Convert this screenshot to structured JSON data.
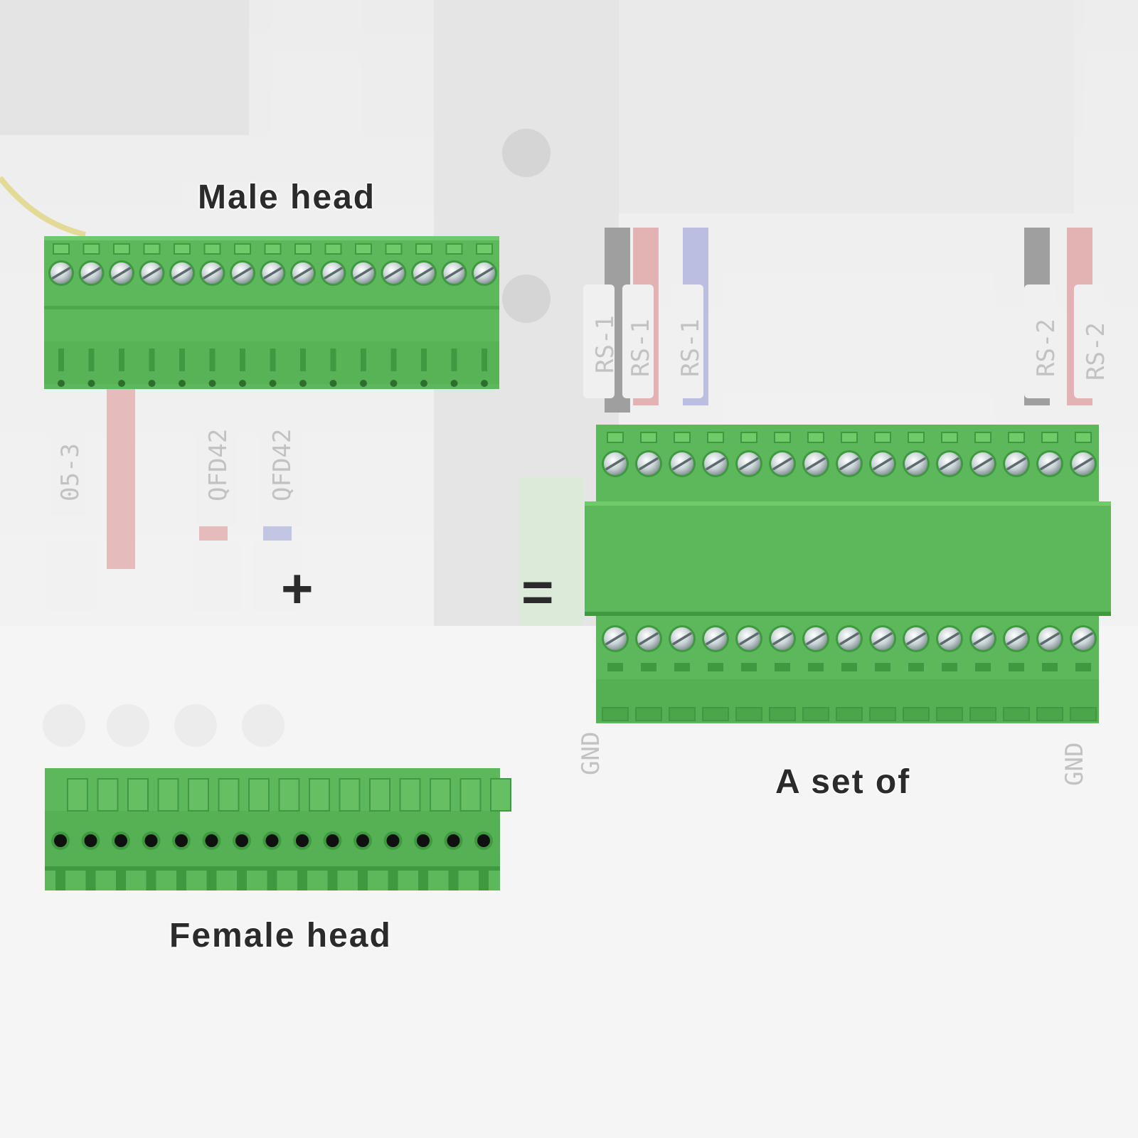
{
  "labels": {
    "male": "Male head",
    "female": "Female head",
    "set": "A set of"
  },
  "symbols": {
    "plus": "+",
    "equals": "="
  },
  "wire_tags": [
    "RS-1",
    "RS-1",
    "RS-1",
    "RS-2",
    "RS-2",
    "05-3",
    "QFD42",
    "QFD42",
    "GND",
    "GND"
  ],
  "connector": {
    "pin_count": 15,
    "color": "#5cb85a"
  },
  "colors": {
    "green": "#5cb85a",
    "green_dark": "#3f9a3f",
    "text": "#2b2b2b"
  }
}
